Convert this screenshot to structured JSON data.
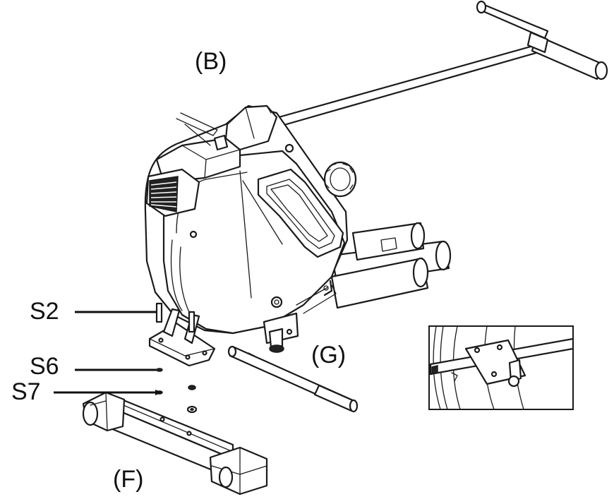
{
  "labels": {
    "b": "(B)",
    "g": "(G)",
    "f": "(F)",
    "s2": "S2",
    "s6": "S6",
    "s7": "S7"
  },
  "colors": {
    "line": "#1a1a1a",
    "background": "#ffffff"
  }
}
